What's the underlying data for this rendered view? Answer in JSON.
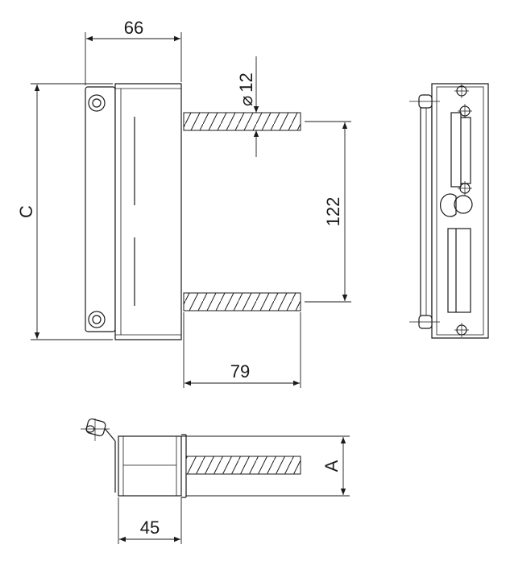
{
  "drawing": {
    "dimensions": {
      "width_top": "66",
      "height_side": "C",
      "diameter_symbol": "⌀",
      "diameter_value": "12",
      "bar_spacing": "122",
      "bar_length": "79",
      "depth_bottom": "45",
      "height_bottom": "A"
    }
  }
}
